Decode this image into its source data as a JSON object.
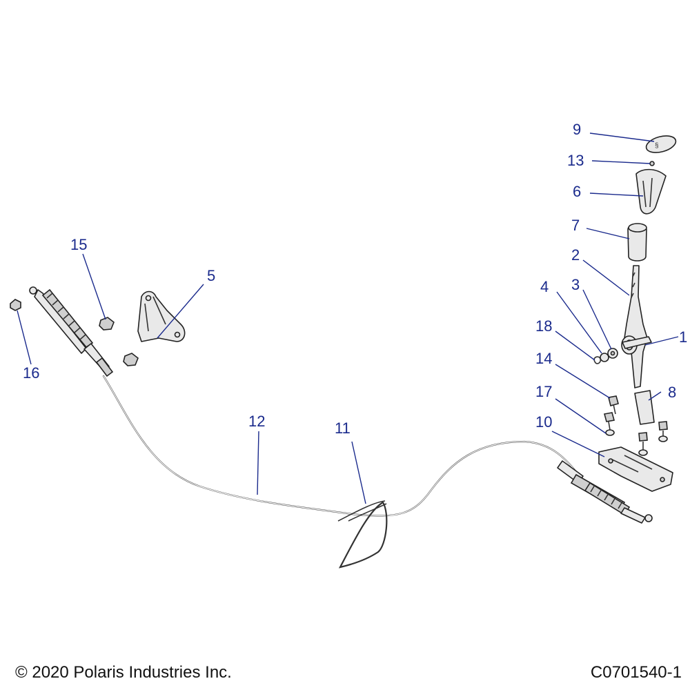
{
  "callouts": {
    "c1": "1",
    "c2": "2",
    "c3": "3",
    "c4": "4",
    "c5": "5",
    "c6": "6",
    "c7": "7",
    "c8": "8",
    "c9": "9",
    "c10": "10",
    "c11": "11",
    "c12": "12",
    "c13": "13",
    "c14": "14",
    "c15": "15",
    "c16": "16",
    "c17": "17",
    "c18": "18"
  },
  "footer": {
    "copyright": "© 2020 Polaris Industries Inc.",
    "drawing_number": "C0701540-1"
  },
  "colors": {
    "callout_text": "#1a2a8c",
    "line_art": "#222222",
    "background": "#ffffff"
  }
}
